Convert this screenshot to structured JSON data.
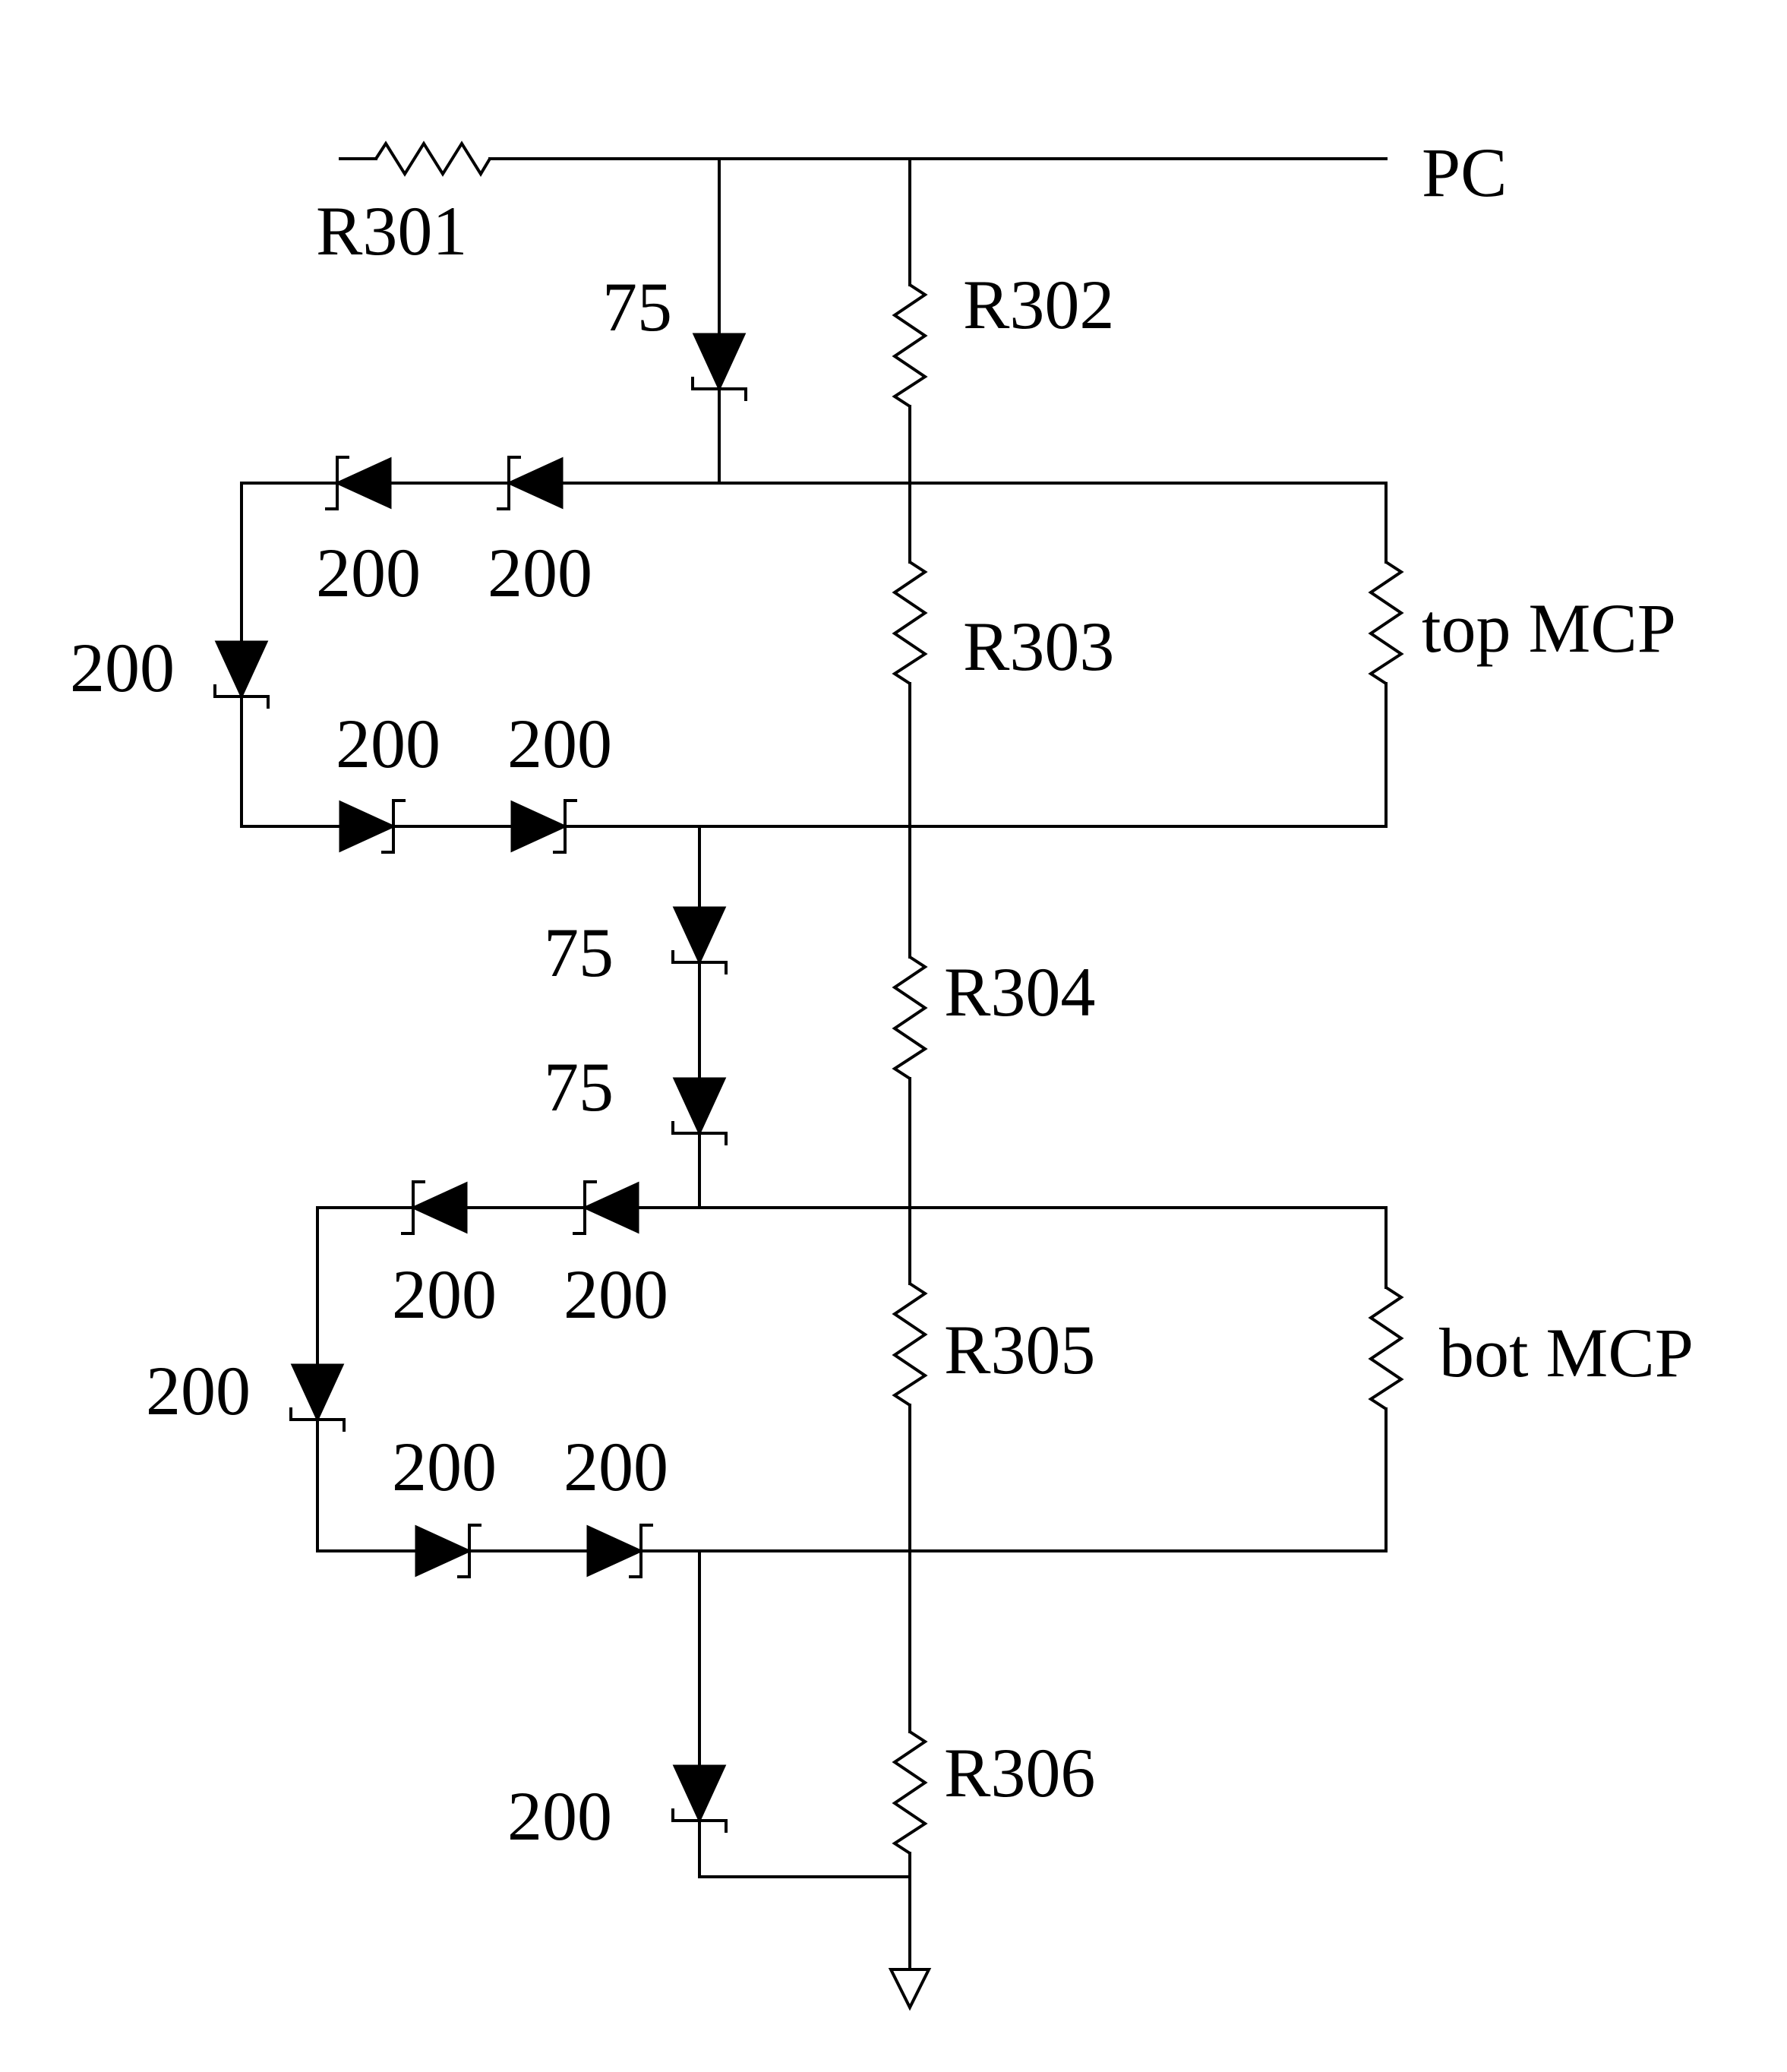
{
  "labels": {
    "pc": "PC",
    "r301": "R301",
    "r302": "R302",
    "r303": "R303",
    "r304": "R304",
    "r305": "R305",
    "r306": "R306",
    "top_mcp": "top MCP",
    "bot_mcp": "bot MCP",
    "z_top_75": "75",
    "z_top_upper_left": "200",
    "z_top_upper_right": "200",
    "z_top_left": "200",
    "z_top_lower_left": "200",
    "z_top_lower_right": "200",
    "z_mid_75_a": "75",
    "z_mid_75_b": "75",
    "z_bot_upper_left": "200",
    "z_bot_upper_right": "200",
    "z_bot_left": "200",
    "z_bot_lower_left": "200",
    "z_bot_lower_right": "200",
    "z_bottom": "200"
  },
  "icons": {
    "diode": "zener-diode-icon",
    "resistor": "resistor-icon",
    "ground": "ground-icon"
  }
}
